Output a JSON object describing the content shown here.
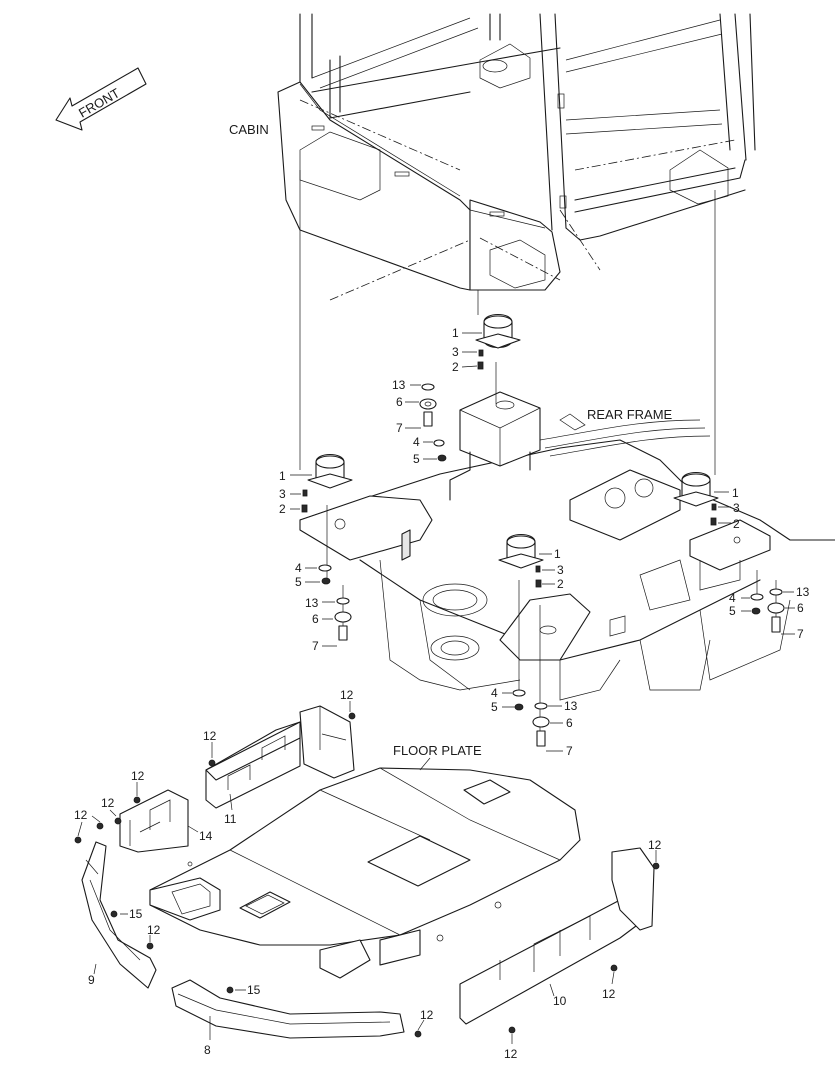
{
  "direction_label": "FRONT",
  "assembly_labels": {
    "cabin": "CABIN",
    "rear_frame": "REAR FRAME",
    "floor_plate": "FLOOR PLATE"
  },
  "callouts": {
    "mount_rear_center": [
      "1",
      "3",
      "2",
      "13",
      "6",
      "7",
      "4",
      "5"
    ],
    "mount_front_left": [
      "1",
      "3",
      "2",
      "4",
      "5",
      "13",
      "6",
      "7"
    ],
    "mount_front_right": [
      "1",
      "3",
      "2",
      "4",
      "5",
      "13",
      "6",
      "7"
    ],
    "mount_center": [
      "1",
      "3",
      "2",
      "4",
      "5",
      "13",
      "6",
      "7"
    ],
    "floor_parts": [
      "12",
      "12",
      "11",
      "12",
      "12",
      "12",
      "14",
      "15",
      "12",
      "9",
      "15",
      "8",
      "12",
      "12",
      "12",
      "10",
      "12"
    ]
  }
}
